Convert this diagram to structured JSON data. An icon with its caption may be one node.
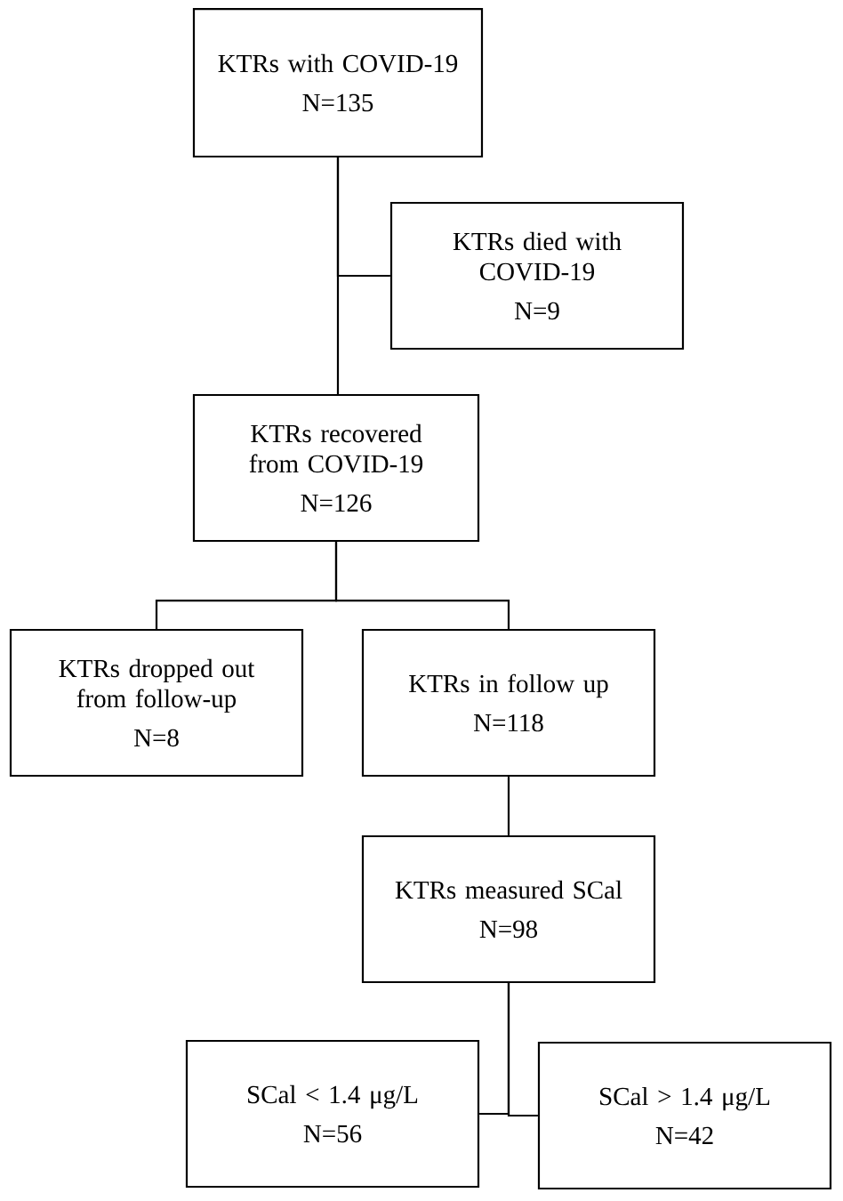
{
  "diagram": {
    "nodes": [
      {
        "text": [
          "KTRs with COVID-19",
          "N=135"
        ]
      },
      {
        "text": [
          "KTRs died with COVID-19",
          "N=9"
        ]
      },
      {
        "text": [
          "KTRs recovered from COVID-19",
          "N=126"
        ]
      },
      {
        "text": [
          "KTRs dropped out from follow-up",
          "N=8"
        ]
      },
      {
        "text": [
          "KTRs in follow up",
          "N=118"
        ]
      },
      {
        "text": [
          "KTRs measured SCal",
          "N=98"
        ]
      },
      {
        "text": [
          "SCal < 1.4 μg/L",
          "N=56"
        ]
      },
      {
        "text": [
          "SCal > 1.4 μg/L",
          "N=42"
        ]
      }
    ],
    "edges": [
      {
        "from": 0,
        "to": 2,
        "arrow": "none"
      },
      {
        "from": 0,
        "to": 1,
        "arrow": "none"
      },
      {
        "from": 2,
        "to": 3,
        "arrow": "none"
      },
      {
        "from": 2,
        "to": 4,
        "arrow": "none"
      },
      {
        "from": 4,
        "to": 5,
        "arrow": "none"
      },
      {
        "from": 5,
        "to": 6,
        "arrow": "none"
      },
      {
        "from": 5,
        "to": 7,
        "arrow": "none"
      }
    ]
  }
}
